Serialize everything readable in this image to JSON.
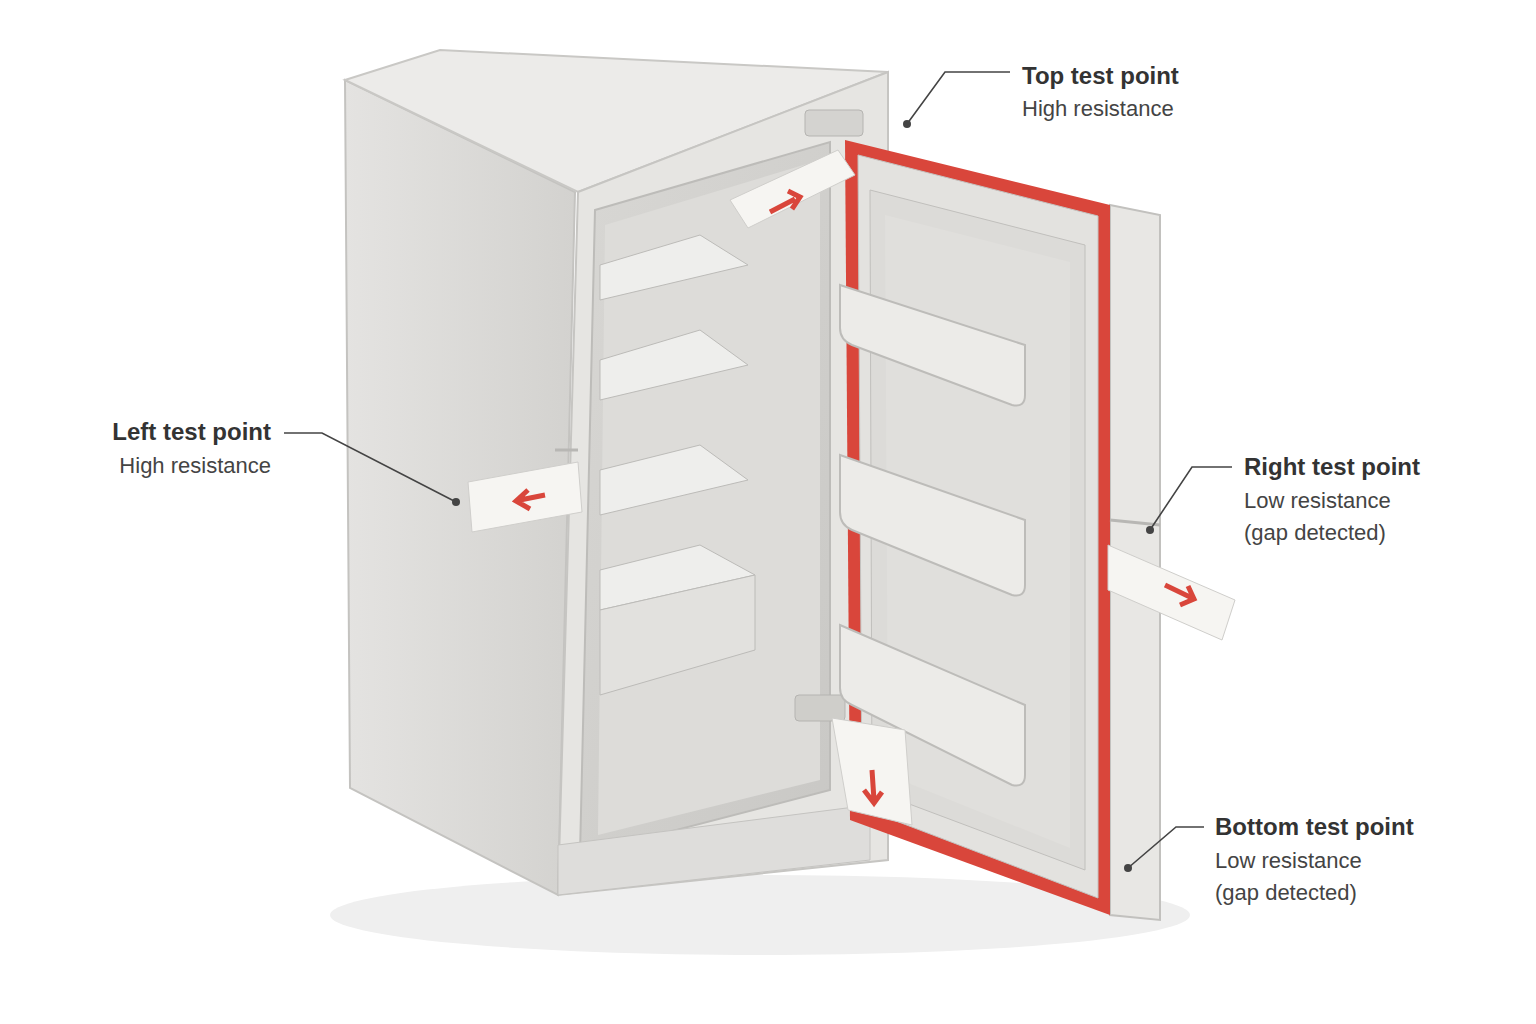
{
  "diagram": {
    "labels": [
      "Top test point",
      "High resistance",
      "Left test point",
      "High resistance",
      "Right test point",
      "Low resistance (gap detected)",
      "Bottom test point",
      "Low resistance (gap detected)"
    ]
  }
}
